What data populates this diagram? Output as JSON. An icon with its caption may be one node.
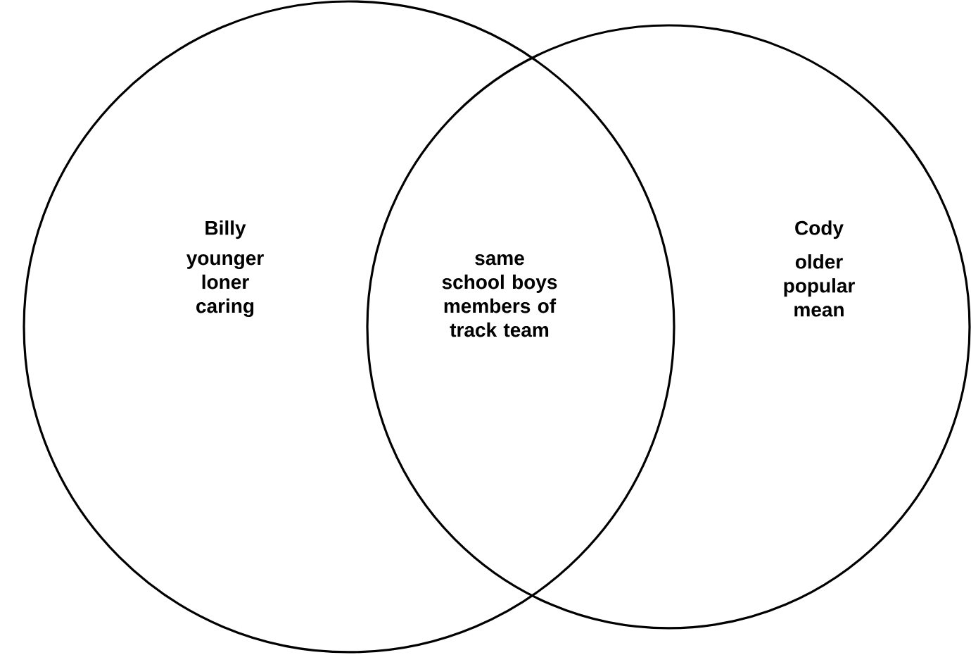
{
  "diagram": {
    "nodes": [
      {
        "text": [
          "Billy",
          "younger loner caring"
        ]
      },
      {
        "text": [
          "Cody",
          "older popular mean"
        ]
      }
    ],
    "labels": [
      "same school boys members of track team"
    ]
  }
}
